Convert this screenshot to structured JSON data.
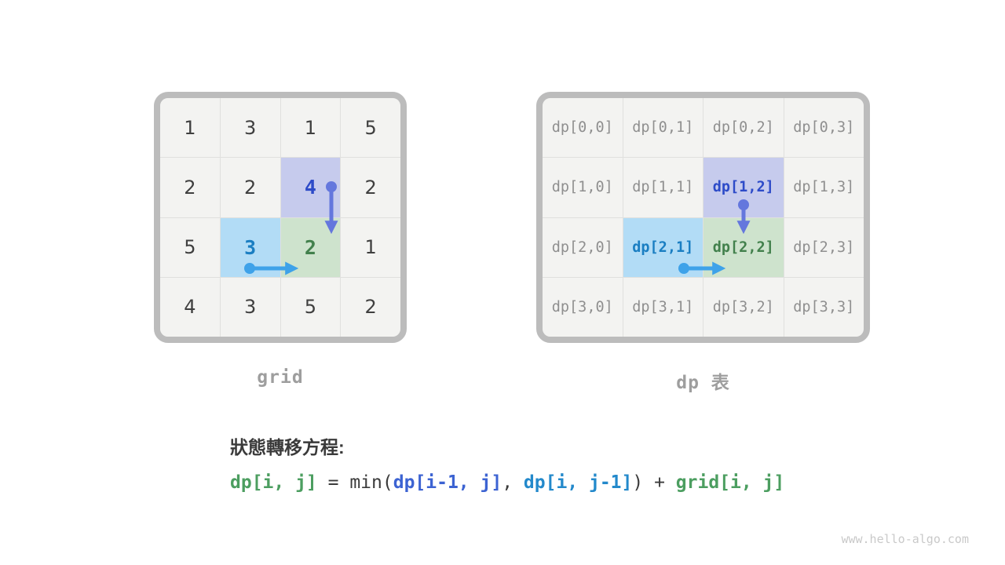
{
  "grid_panel": {
    "label": "grid",
    "rows": [
      [
        "1",
        "3",
        "1",
        "5"
      ],
      [
        "2",
        "2",
        "4",
        "2"
      ],
      [
        "5",
        "3",
        "2",
        "1"
      ],
      [
        "4",
        "3",
        "5",
        "2"
      ]
    ]
  },
  "dp_panel": {
    "label": "dp 表",
    "rows": [
      [
        "dp[0,0]",
        "dp[0,1]",
        "dp[0,2]",
        "dp[0,3]"
      ],
      [
        "dp[1,0]",
        "dp[1,1]",
        "dp[1,2]",
        "dp[1,3]"
      ],
      [
        "dp[2,0]",
        "dp[2,1]",
        "dp[2,2]",
        "dp[2,3]"
      ],
      [
        "dp[3,0]",
        "dp[3,1]",
        "dp[3,2]",
        "dp[3,3]"
      ]
    ]
  },
  "highlights": {
    "from_top_cell": "dp[1,2]",
    "from_left_cell": "dp[2,1]",
    "target_cell": "dp[2,2]",
    "grid_from_top_value": "4",
    "grid_from_left_value": "3",
    "grid_target_value": "2"
  },
  "equation": {
    "heading": "狀態轉移方程:",
    "parts": [
      {
        "text": "dp[i, j]"
      },
      {
        "text": " = min("
      },
      {
        "text": "dp[i-1, j]"
      },
      {
        "text": ", "
      },
      {
        "text": "dp[i, j-1]"
      },
      {
        "text": ") + "
      },
      {
        "text": "grid[i, j]"
      }
    ]
  },
  "footer": {
    "watermark": "www.hello-algo.com"
  },
  "colors": {
    "cell_bg": "#f3f3f1",
    "grid_line": "#e0e0de",
    "outer_border": "#bcbcbc",
    "highlight_indigo_bg": "#c6cbed",
    "highlight_blue_bg": "#b2dcf6",
    "highlight_green_bg": "#cee3cd",
    "indigo_text": "#2d4bc8",
    "blue_text": "#1a7ec2",
    "green_text": "#42804c",
    "arrow_indigo": "#6477dd",
    "arrow_blue": "#3ea2e9",
    "equation_green": "#4c9e60",
    "equation_royal_blue": "#3c63d2",
    "equation_sky_blue": "#2389cb"
  }
}
